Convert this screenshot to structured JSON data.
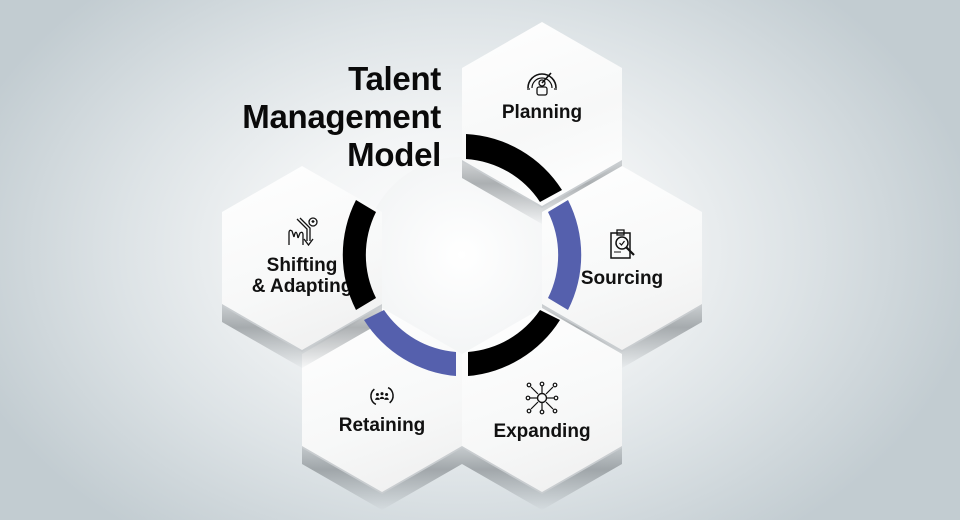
{
  "title": {
    "line1": "Talent",
    "line2": "Management",
    "line3": "Model"
  },
  "colors": {
    "accent_blue": "#5560ad",
    "accent_black": "#000000",
    "hex_fill": "#ffffff",
    "background": "#c2ccd1"
  },
  "stages": [
    {
      "label": "Planning",
      "icon": "speedometer-person-icon"
    },
    {
      "label": "Sourcing",
      "icon": "clipboard-magnifier-icon"
    },
    {
      "label": "Expanding",
      "icon": "network-person-icon"
    },
    {
      "label": "Retaining",
      "icon": "team-cycle-icon"
    },
    {
      "label": "Shifting\n& Adapting",
      "label_line1": "Shifting",
      "label_line2": "& Adapting",
      "icon": "adapting-hands-icon"
    }
  ]
}
